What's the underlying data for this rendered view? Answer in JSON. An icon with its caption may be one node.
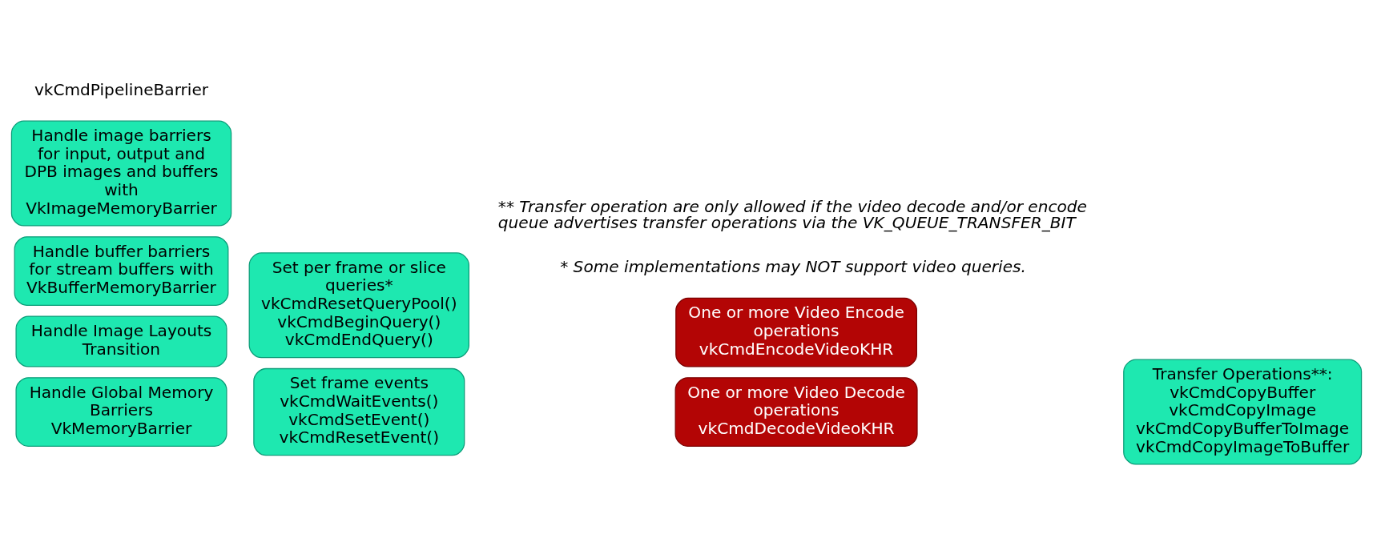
{
  "diagram": {
    "nodes": [
      {
        "text": [
          "Handle Global Memory Barriers",
          "VkMemoryBarrier"
        ]
      },
      {
        "text": [
          "Handle Image Layouts Transition"
        ]
      },
      {
        "text": [
          "Handle buffer barriers for stream buffers with",
          "VkBufferMemoryBarrier"
        ]
      },
      {
        "text": [
          "Handle image barriers for input, output and DPB images and buffers with",
          "VkImageMemoryBarrier"
        ]
      },
      {
        "text": [
          "Set frame events",
          "vkCmdWaitEvents()",
          "vkCmdSetEvent()",
          "vkCmdResetEvent()"
        ]
      },
      {
        "text": [
          "Set per frame or slice queries*",
          "vkCmdResetQueryPool()",
          "vkCmdBeginQuery()",
          "vkCmdEndQuery()"
        ]
      },
      {
        "text": [
          "One or more Video Decode operations",
          "vkCmdDecodeVideoKHR"
        ]
      },
      {
        "text": [
          "One or more Video Encode operations",
          "vkCmdEncodeVideoKHR"
        ]
      },
      {
        "text": [
          "Transfer Operations**:",
          "vkCmdCopyBuffer",
          "vkCmdCopyImage",
          "vkCmdCopyBufferToImage",
          "vkCmdCopyImageToBuffer"
        ]
      }
    ],
    "edges": [],
    "labels": [
      "vkCmdPipelineBarrier",
      "* Some implementations may NOT support video queries.",
      "** Transfer operation are only allowed if the video decode and/or encode queue advertises transfer operations via the VK_QUEUE_TRANSFER_BIT"
    ]
  }
}
